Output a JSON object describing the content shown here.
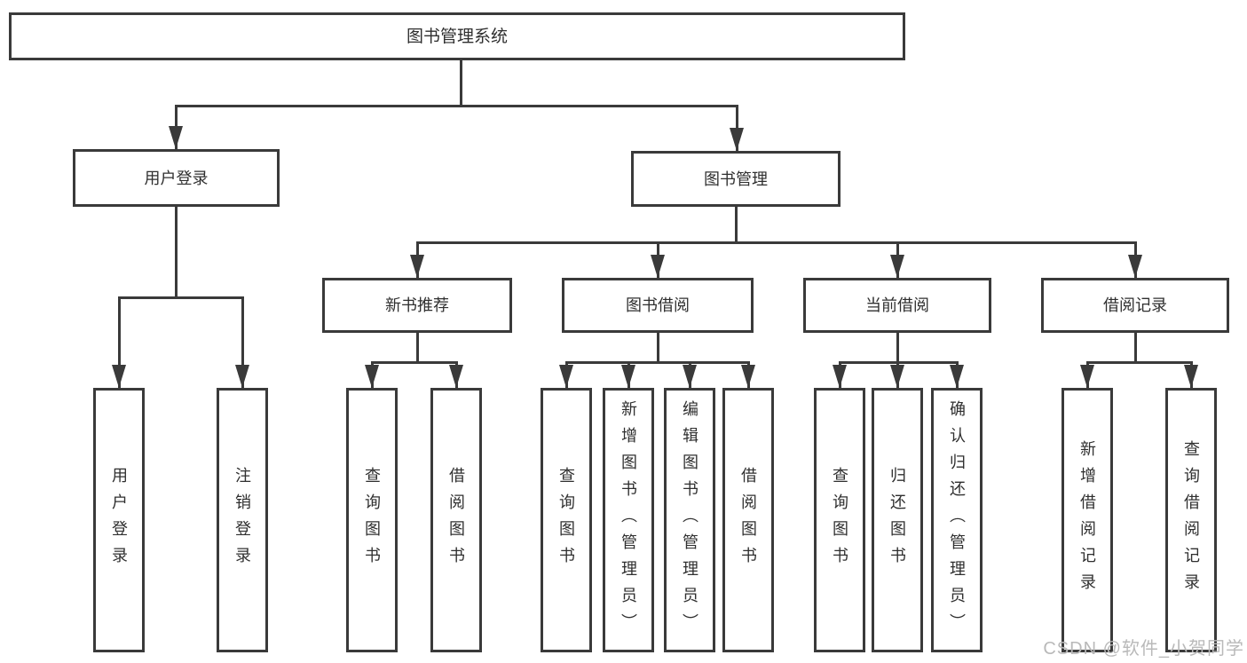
{
  "colors": {
    "line": "#3a3a3a",
    "text": "#2f2f2f",
    "background": "#ffffff",
    "watermark": "#b9b9b9"
  },
  "watermark": {
    "text": "CSDN @软件_小贺同学"
  },
  "tree": {
    "root": {
      "label": "图书管理系统"
    },
    "branches": [
      {
        "label": "用户登录",
        "children": [
          {
            "label": "用户登录"
          },
          {
            "label": "注销登录"
          }
        ]
      },
      {
        "label": "图书管理",
        "children": [
          {
            "label": "新书推荐",
            "children": [
              {
                "label": "查询图书"
              },
              {
                "label": "借阅图书"
              }
            ]
          },
          {
            "label": "图书借阅",
            "children": [
              {
                "label": "查询图书"
              },
              {
                "label": "新增图书（管理员）"
              },
              {
                "label": "编辑图书（管理员）"
              },
              {
                "label": "借阅图书"
              }
            ]
          },
          {
            "label": "当前借阅",
            "children": [
              {
                "label": "查询图书"
              },
              {
                "label": "归还图书"
              },
              {
                "label": "确认归还（管理员）"
              }
            ]
          },
          {
            "label": "借阅记录",
            "children": [
              {
                "label": "新增借阅记录"
              },
              {
                "label": "查询借阅记录"
              }
            ]
          }
        ]
      }
    ]
  }
}
